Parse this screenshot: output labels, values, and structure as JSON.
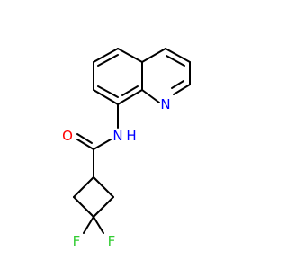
{
  "molecule": {
    "atoms": {
      "n_ring": "N",
      "n_amide": "N",
      "h_amide": "H",
      "o_carbonyl": "O",
      "f1": "F",
      "f2": "F"
    },
    "colors": {
      "bond": "#000000",
      "nitrogen": "#0000ff",
      "oxygen": "#ff0000",
      "fluorine": "#33cc33"
    }
  }
}
